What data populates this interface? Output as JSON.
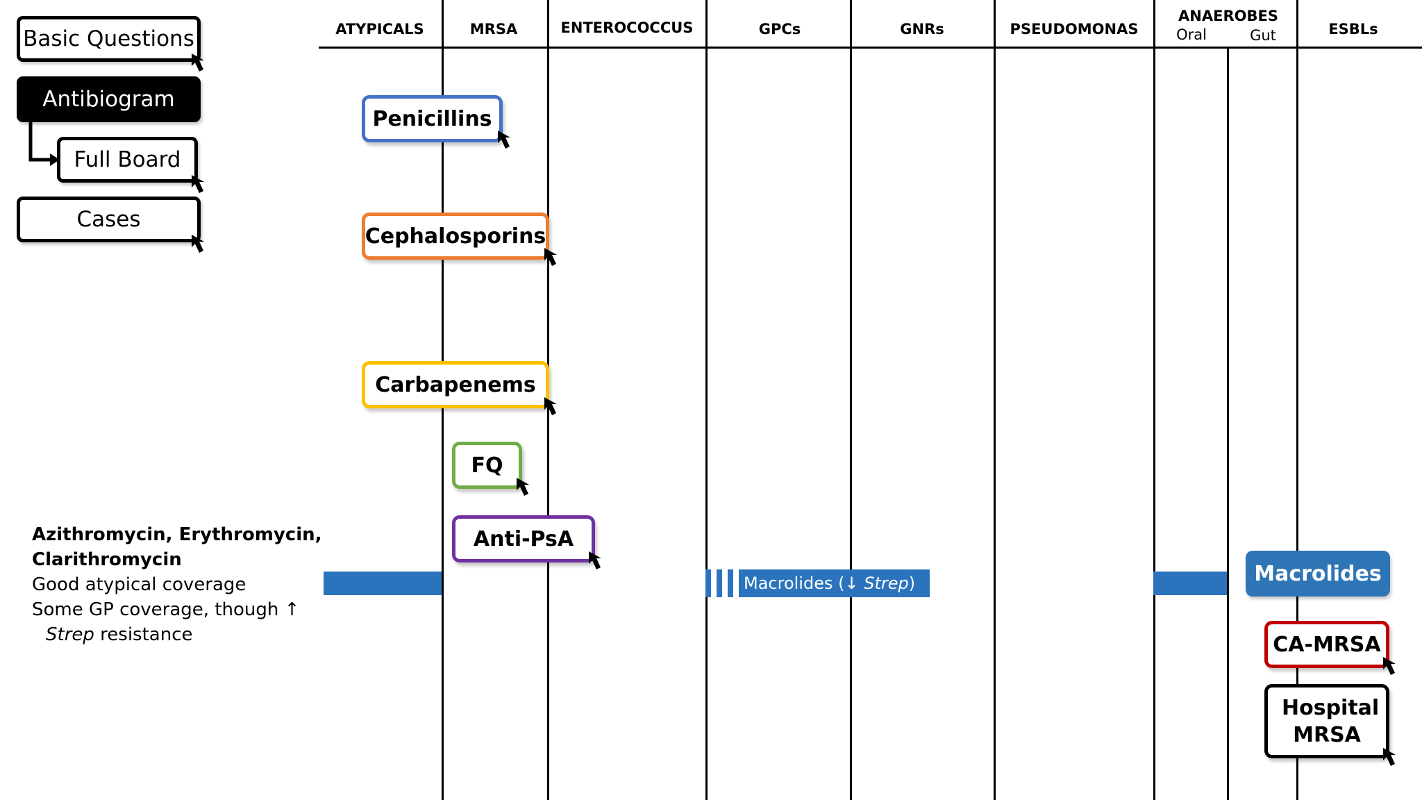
{
  "nav": {
    "basic_questions": "Basic Questions",
    "antibiogram": "Antibiogram",
    "full_board": "Full Board",
    "cases": "Cases"
  },
  "columns": [
    "ATYPICALS",
    "MRSA",
    "ENTEROCOCCUS",
    "GPCs",
    "GNRs",
    "PSEUDOMONAS",
    "ANAEROBES",
    "ESBLs"
  ],
  "anaerobes_sub": [
    "Oral",
    "Gut"
  ],
  "drug_classes": {
    "penicillins": "Penicillins",
    "cephalosporins": "Cephalosporins",
    "carbapenems": "Carbapenems",
    "fq": "FQ",
    "anti_psa": "Anti-PsA",
    "macrolides": "Macrolides",
    "ca_mrsa": "CA-MRSA",
    "hospital_mrsa": "Hospital MRSA"
  },
  "colors": {
    "penicillins": "#4472c4",
    "cephalosporins": "#ed7d31",
    "carbapenems": "#ffc000",
    "fq": "#70ad47",
    "anti_psa": "#7030a0",
    "macrolides": "#2e75b6",
    "ca_mrsa": "#c00000",
    "hospital_mrsa": "#000000"
  },
  "description": {
    "line1": "Azithromycin, Erythromycin,",
    "line2": "Clarithromycin",
    "line3": "Good atypical coverage",
    "line4": "Some GP coverage, though ↑",
    "line5_italic": "Strep",
    "line5_rest": " resistance"
  },
  "coverage_bar": {
    "label_prefix": "Macrolides (↓ ",
    "label_italic": "Strep",
    "label_suffix": ")"
  }
}
